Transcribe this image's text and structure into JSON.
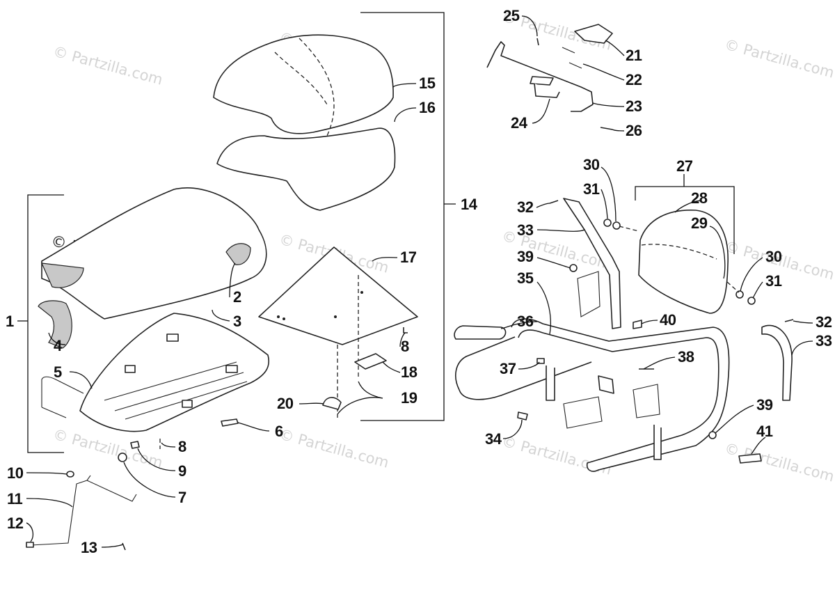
{
  "watermark": {
    "text": "© Partzilla.com",
    "repeat": "© Partzilla.com"
  },
  "callouts": {
    "c1": "1",
    "c2": "2",
    "c3": "3",
    "c4": "4",
    "c5": "5",
    "c6": "6",
    "c7": "7",
    "c8a": "8",
    "c8b": "8",
    "c9": "9",
    "c10": "10",
    "c11": "11",
    "c12": "12",
    "c13": "13",
    "c14": "14",
    "c15": "15",
    "c16": "16",
    "c17": "17",
    "c18": "18",
    "c19": "19",
    "c20": "20",
    "c21": "21",
    "c22": "22",
    "c23": "23",
    "c24": "24",
    "c25": "25",
    "c26": "26",
    "c27": "27",
    "c28": "28",
    "c29": "29",
    "c30a": "30",
    "c30b": "30",
    "c31a": "31",
    "c31b": "31",
    "c32a": "32",
    "c32b": "32",
    "c33a": "33",
    "c33b": "33",
    "c34": "34",
    "c35": "35",
    "c36": "36",
    "c37": "37",
    "c38": "38",
    "c39a": "39",
    "c39b": "39",
    "c40": "40",
    "c41": "41"
  }
}
